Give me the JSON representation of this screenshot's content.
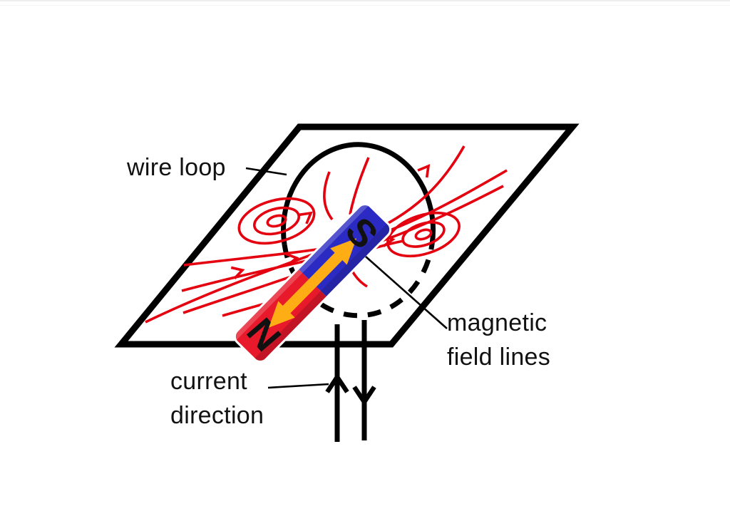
{
  "figure": {
    "background": "#ffffff",
    "labels": {
      "wire_loop": {
        "text": "wire loop"
      },
      "magnetic_field": {
        "line1": "magnetic",
        "line2": "field lines"
      },
      "current": {
        "line1": "current",
        "line2": "direction"
      }
    },
    "magnet": {
      "north_label": "N",
      "south_label": "S",
      "north_color": "#e8192b",
      "south_color": "#2b2bc4",
      "arrow_color": "#ffad14"
    },
    "colors": {
      "field_line_red": "#e4000f",
      "outline_black": "#000000"
    }
  }
}
